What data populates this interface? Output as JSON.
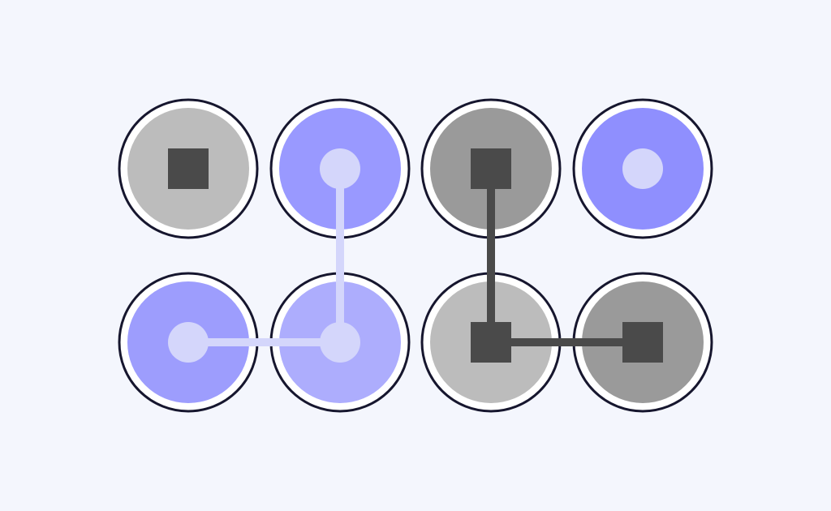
{
  "background": "#f4f6fd",
  "diagram": {
    "outline_color": "#16162e",
    "ring_color": "#ffffff",
    "nodes": [
      {
        "name": "node-r1-c1",
        "fill": "#bcbcbc",
        "marker": "square",
        "marker_color": "#4a4a4a"
      },
      {
        "name": "node-r1-c2",
        "fill": "#9999ff",
        "marker": "dot",
        "marker_color": "#d4d6fb"
      },
      {
        "name": "node-r1-c3",
        "fill": "#9a9a9a",
        "marker": "square",
        "marker_color": "#4a4a4a"
      },
      {
        "name": "node-r1-c4",
        "fill": "#8f8ffe",
        "marker": "dot",
        "marker_color": "#d4d6fb"
      },
      {
        "name": "node-r2-c1",
        "fill": "#9d9dfd",
        "marker": "dot",
        "marker_color": "#d4d6fb"
      },
      {
        "name": "node-r2-c2",
        "fill": "#adadfd",
        "marker": "dot",
        "marker_color": "#d4d6fb"
      },
      {
        "name": "node-r2-c3",
        "fill": "#bcbcbc",
        "marker": "square",
        "marker_color": "#4a4a4a"
      },
      {
        "name": "node-r2-c4",
        "fill": "#9a9a9a",
        "marker": "square",
        "marker_color": "#4a4a4a"
      }
    ],
    "connections": [
      {
        "name": "connector-light-vertical",
        "from": "node-r1-c2",
        "to": "node-r2-c2",
        "color": "#d4d6fb"
      },
      {
        "name": "connector-light-horizontal",
        "from": "node-r2-c1",
        "to": "node-r2-c2",
        "color": "#d4d6fb"
      },
      {
        "name": "connector-dark-vertical",
        "from": "node-r1-c3",
        "to": "node-r2-c3",
        "color": "#4a4a4a"
      },
      {
        "name": "connector-dark-horizontal",
        "from": "node-r2-c3",
        "to": "node-r2-c4",
        "color": "#4a4a4a"
      }
    ]
  }
}
